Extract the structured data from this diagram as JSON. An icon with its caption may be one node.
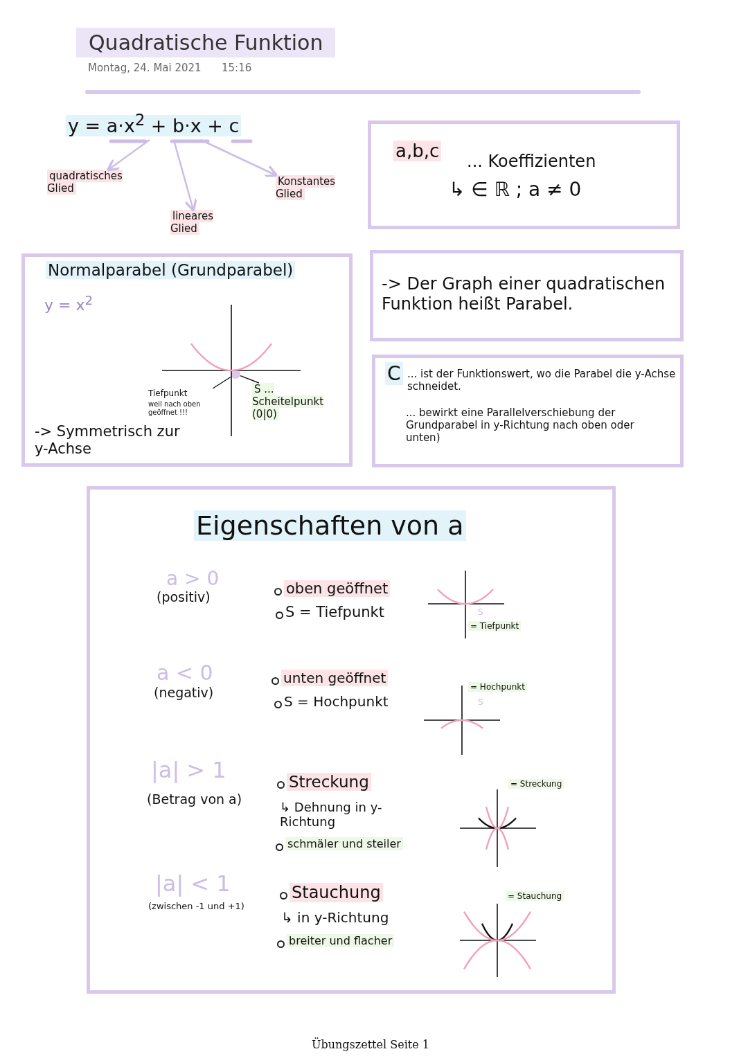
{
  "diagram": {
    "title": "Quadratische Funktion",
    "nodes": [
      {
        "text": [
          "y = a·x$^{2}$ + b·x + c"
        ]
      },
      {
        "text": [
          "quadratisches Glied"
        ]
      },
      {
        "text": [
          "lineares Glied"
        ]
      },
      {
        "text": [
          "Konstantes Glied"
        ]
      },
      {
        "text": [
          "a,b,c",
          "... Koeffizienten",
          "↳ ∈ ℝ ; a ≠ 0"
        ]
      },
      {
        "text": [
          "Normalparabel (Grundparabel)",
          "y = x$^{2}$",
          "-> Symmetrisch zur y-Achse"
        ]
      },
      {
        "text": [
          "Tiefpunkt",
          "weil nach oben geöffnet !!!"
        ],
        "in": 5
      },
      {
        "text": [
          "S ... Scheitelpunkt (0|0)"
        ],
        "in": 5
      },
      {
        "text": [],
        "shape": "circle",
        "in": 5
      },
      {
        "text": [
          "-> Der Graph einer quadratischen Funktion heißt Parabel."
        ]
      },
      {
        "text": [
          "C",
          "... ist der Funktionswert, wo die Parabel die y-Achse schneidet.",
          "... bewirkt eine Parallelverschiebung der Grundparabel in y-Richtung nach oben oder unten)"
        ]
      },
      {
        "text": [
          "Eigenschaften von a"
        ]
      }
    ],
    "edges": [
      {
        "from": 0,
        "to": 1,
        "arrow": "to"
      },
      {
        "from": 0,
        "to": 2,
        "arrow": "to"
      },
      {
        "from": 0,
        "to": 3,
        "arrow": "to"
      },
      {
        "from": 6,
        "to": 8,
        "arrow": "none",
        "color": "#111111"
      },
      {
        "from": 7,
        "to": 8,
        "arrow": "none",
        "color": "#111111"
      }
    ],
    "labels": [
      "Montag, 24. Mai 2021",
      "15:16",
      "a > 0",
      "(positiv)",
      "oben geöffnet",
      "S = Tiefpunkt",
      "S",
      "= Tiefpunkt",
      "a < 0",
      "(negativ)",
      "unten geöffnet",
      "S = Hochpunkt",
      "= Hochpunkt",
      "S",
      "|a| > 1",
      "(Betrag von a)",
      "Streckung",
      "↳ Dehnung in y-Richtung",
      "schmäler und steiler",
      "= Streckung",
      "|a| < 1",
      "(zwischen -1 und +1)",
      "Stauchung",
      "↳ in y-Richtung",
      "breiter und flacher",
      "= Stauchung",
      "Übungszettel Seite 1"
    ]
  }
}
